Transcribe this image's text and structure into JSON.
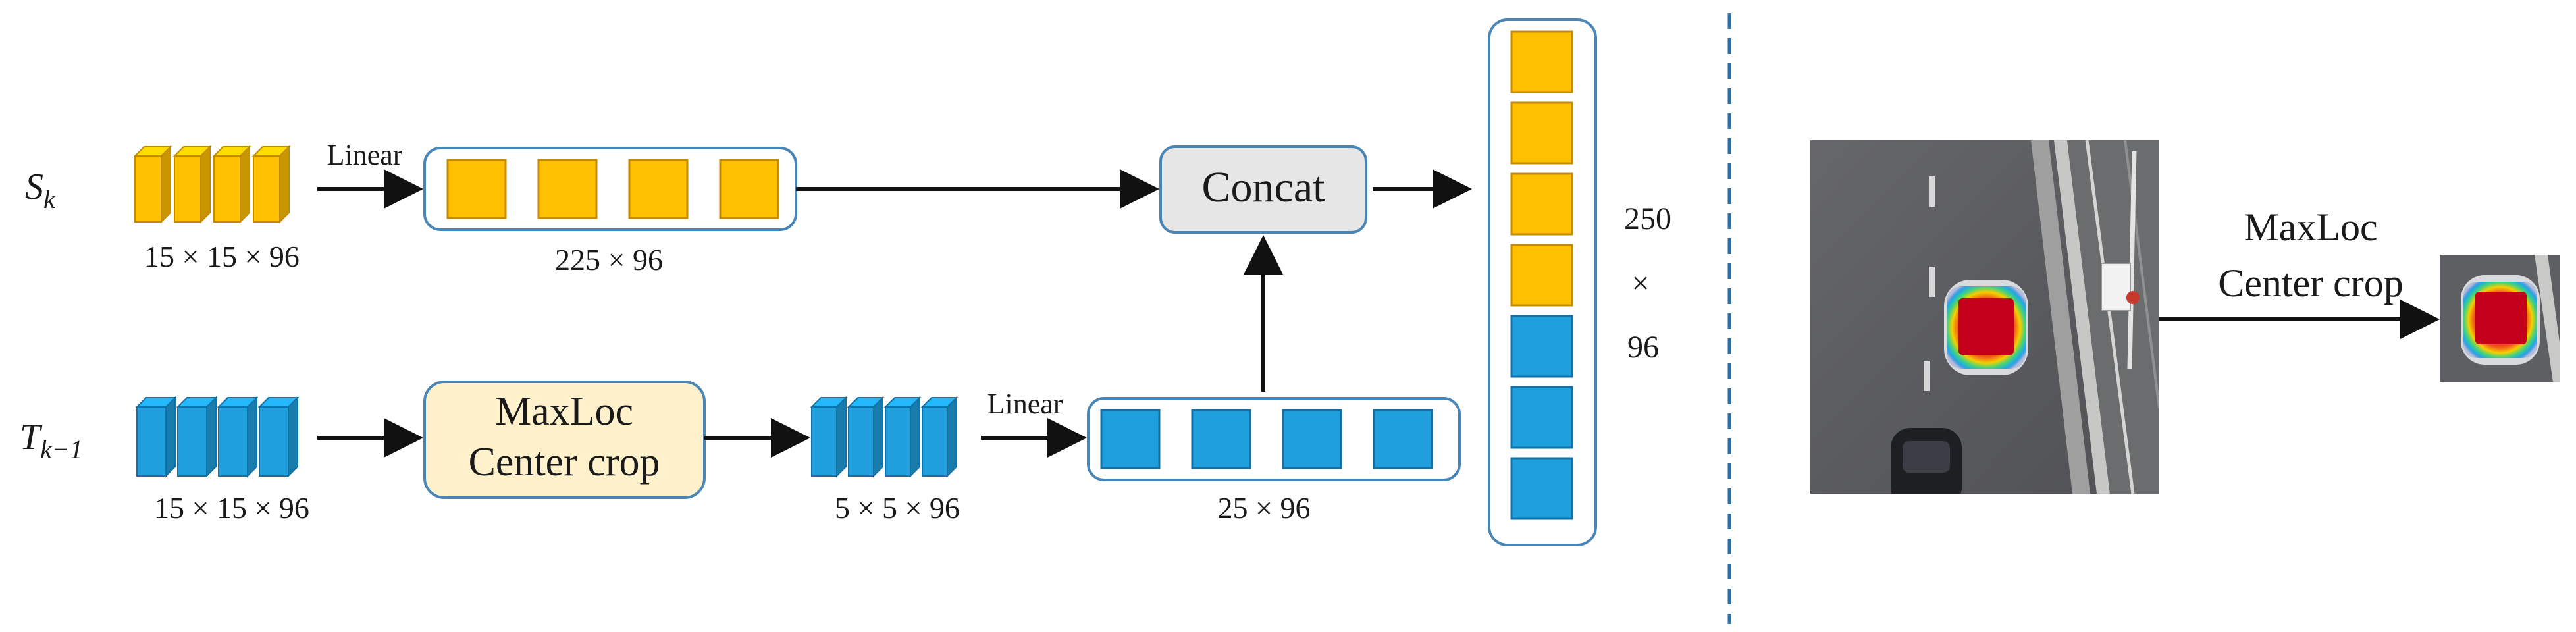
{
  "colors": {
    "yellow": "#FFC000",
    "yellow_stroke": "#C48A00",
    "blue": "#1FA0DC",
    "blue_stroke": "#1470A5",
    "concat_fill": "#E6E6E6",
    "crop_fill": "#FFF1CC",
    "container_stroke": "#4A86B5",
    "divider": "#2A6FA8"
  },
  "rows": {
    "top": {
      "var_base": "S",
      "var_sub": "k",
      "input_dim": "15 × 15 × 96",
      "linear_label": "Linear",
      "seq_dim": "225 × 96"
    },
    "bottom": {
      "var_base": "T",
      "var_sub": "k−1",
      "input_dim": "15 × 15 × 96",
      "crop_line1": "MaxLoc",
      "crop_line2": "Center crop",
      "crop_dim": "5 × 5 × 96",
      "linear_label": "Linear",
      "seq_dim": "25 × 96"
    }
  },
  "concat_label": "Concat",
  "output_dim": {
    "line1": "250",
    "line2": "×",
    "line3": "96"
  },
  "example": {
    "label_line1": "MaxLoc",
    "label_line2": "Center crop",
    "source_image_icon": "aerial-road-heatmap-image",
    "crop_image_icon": "cropped-car-heatmap-image"
  }
}
